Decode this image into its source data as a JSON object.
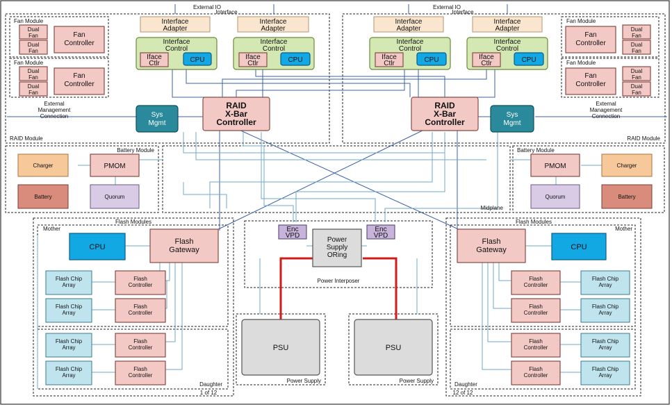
{
  "labels": {
    "ext_io": "External IO",
    "iface": "Interface",
    "fan_module": "Fan Module",
    "dual_fan_1": "Dual",
    "dual_fan_2": "Fan",
    "fan_ctrl_1": "Fan",
    "fan_ctrl_2": "Controller",
    "iface_adapter_1": "Interface",
    "iface_adapter_2": "Adapter",
    "iface_control_1": "Interface",
    "iface_control_2": "Control",
    "iface_ctlr_1": "Iface",
    "iface_ctlr_2": "Ctlr",
    "cpu": "CPU",
    "raid_1": "RAID",
    "raid_2": "X-Bar",
    "raid_3": "Controller",
    "sys_1": "Sys",
    "sys_2": "Mgmt",
    "ext_mgmt_1": "External",
    "ext_mgmt_2": "Management",
    "ext_mgmt_3": "Connection",
    "raid_module": "RAID Module",
    "battery_module": "Battery Module",
    "charger": "Charger",
    "pmom": "PMOM",
    "battery": "Battery",
    "quorum": "Quorum",
    "midplane": "Midplane",
    "flash_modules": "Flash Modules",
    "mother": "Mother",
    "daughter": "Daughter",
    "flash_gw_1": "Flash",
    "flash_gw_2": "Gateway",
    "fca_1": "Flash Chip",
    "fca_2": "Array",
    "fc_1": "Flash",
    "fc_2": "Controller",
    "enc_1": "Enc",
    "enc_2": "VPD",
    "pso_1": "Power",
    "pso_2": "Supply",
    "pso_3": "ORing",
    "power_interposer": "Power Interposer",
    "psu": "PSU",
    "power_supply": "Power Supply",
    "count_left": "1 of 12",
    "count_right": "12 of 12"
  }
}
